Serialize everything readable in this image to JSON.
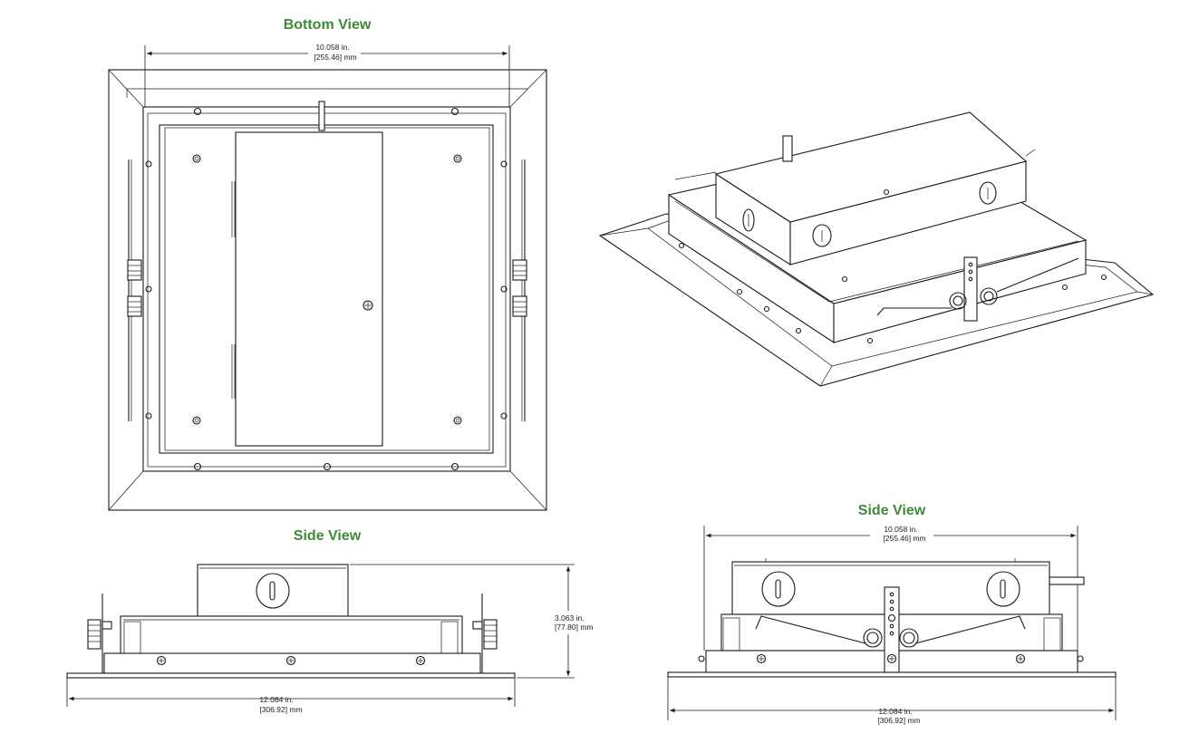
{
  "labels": {
    "bottom_view": "Bottom View",
    "side_view_left": "Side View",
    "side_view_right": "Side View"
  },
  "dimensions": {
    "bottom_width_in": "10.058 in.",
    "bottom_width_mm": "[255.46] mm",
    "left_height_in": "3.063 in.",
    "left_height_mm": "[77.80] mm",
    "left_width_in": "12.084 in.",
    "left_width_mm": "[306.92] mm",
    "right_top_in": "10.058 in.",
    "right_top_mm": "[255.46] mm",
    "right_bottom_in": "12.084 in.",
    "right_bottom_mm": "[306.92] mm"
  },
  "colors": {
    "title": "#3f8a3a",
    "line": "#1a1a1a",
    "background": "#ffffff"
  }
}
